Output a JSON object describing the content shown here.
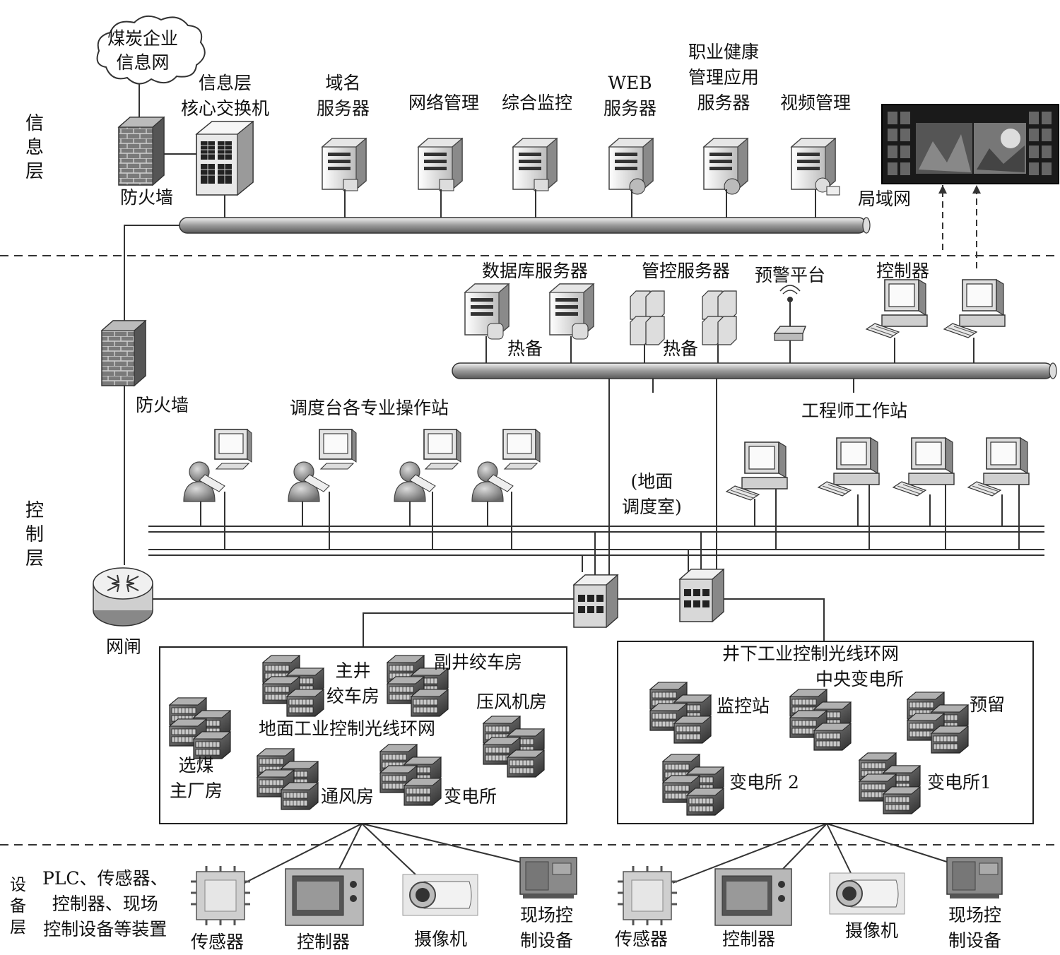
{
  "layers": {
    "info": "信\n息\n层",
    "control": "控\n制\n层",
    "device": "设\n备\n层"
  },
  "info_layer": {
    "cloud": "煤炭企业\n信息网",
    "firewall": "防火墙",
    "core_switch": "信息层\n核心交换机",
    "dns_server": "域名\n服务器",
    "network_mgmt": "网络管理",
    "integrated_monitor": "综合监控",
    "web_server": "WEB\n服务器",
    "health_server": "职业健康\n管理应用\n服务器",
    "video_mgmt": "视频管理",
    "lan": "局域网"
  },
  "control_layer": {
    "db_server": "数据库服务器",
    "hot_standby_1": "热备",
    "mgmt_server": "管控服务器",
    "hot_standby_2": "热备",
    "warning_platform": "预警平台",
    "controller": "控制器",
    "firewall": "防火墙",
    "dispatch_stations": "调度台各专业操作站",
    "engineer_stations": "工程师工作站",
    "ground_dispatch": "(地面\n调度室)",
    "gateway": "网闸"
  },
  "surface_ring": {
    "main_shaft": "主井\n绞车房",
    "aux_shaft": "副井绞车房",
    "compressor": "压风机房",
    "ring_title": "地面工业控制光线环网",
    "coal_prep": "选煤\n主厂房",
    "ventilation": "通风房",
    "substation": "变电所"
  },
  "underground_ring": {
    "ring_title": "井下工业控制光线环网",
    "central_sub": "中央变电所",
    "monitor_station": "监控站",
    "reserved": "预留",
    "substation2": "变电所 2",
    "substation1": "变电所1"
  },
  "device_layer": {
    "devices_desc": "PLC、传感器、\n控制器、现场\n控制设备等装置",
    "sensor_1": "传感器",
    "controller_1": "控制器",
    "camera_1": "摄像机",
    "field_1": "现场控\n制设备",
    "sensor_2": "传感器",
    "controller_2": "控制器",
    "camera_2": "摄像机",
    "field_2": "现场控\n制设备"
  }
}
